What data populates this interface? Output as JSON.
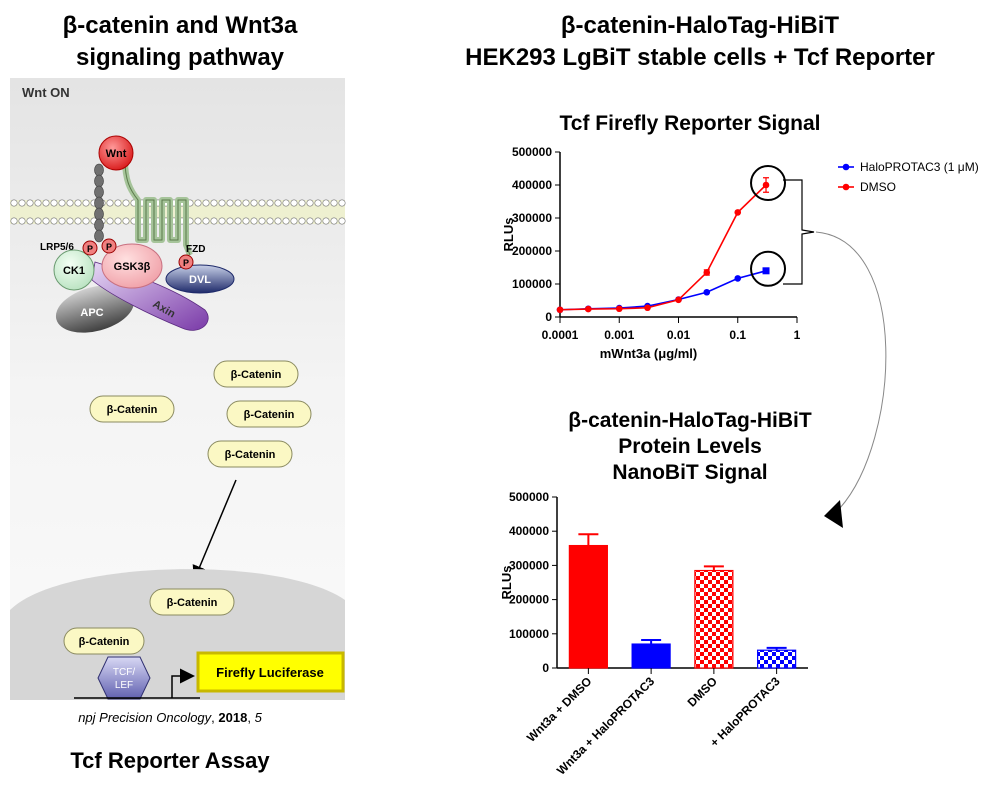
{
  "left_panel": {
    "title_line1": "β-catenin and Wnt3a",
    "title_line2": "signaling pathway",
    "state_label": "Wnt ON",
    "labels": {
      "wnt": "Wnt",
      "lrp": "LRP5/6",
      "fzd": "FZD",
      "ck1": "CK1",
      "gsk": "GSK3β",
      "dvl": "DVL",
      "apc": "APC",
      "axin": "Axin",
      "p": "P",
      "beta_catenin": "β-Catenin",
      "tcf": "TCF/",
      "lef": "LEF",
      "luciferase": "Firefly Luciferase"
    },
    "citation_journal": "npj Precision Oncology",
    "citation_year": "2018",
    "citation_volume": "5",
    "bottom_title": "Tcf Reporter Assay"
  },
  "right_panel": {
    "title_line1": "β-catenin-HaloTag-HiBiT",
    "title_line2": "HEK293 LgBiT stable cells + Tcf Reporter"
  },
  "chart_data": [
    {
      "type": "line",
      "title": "Tcf Firefly Reporter Signal",
      "xlabel": "mWnt3a (μg/ml)",
      "ylabel": "RLUs",
      "xscale": "log",
      "xlim": [
        0.0001,
        1
      ],
      "ylim": [
        0,
        500000
      ],
      "x_ticks": [
        "0.0001",
        "0.001",
        "0.01",
        "0.1",
        "1"
      ],
      "y_ticks": [
        "0",
        "100000",
        "200000",
        "300000",
        "400000",
        "500000"
      ],
      "legend_position": "top-right",
      "x": [
        0.0001,
        0.0003,
        0.001,
        0.003,
        0.01,
        0.03,
        0.1,
        0.3
      ],
      "series": [
        {
          "name": "HaloPROTAC3 (1 μM)",
          "color": "#0000ff",
          "values": [
            22000,
            25000,
            27000,
            33000,
            53000,
            75000,
            117000,
            140000
          ],
          "errors": [
            0,
            0,
            0,
            0,
            0,
            0,
            0,
            8000
          ]
        },
        {
          "name": "DMSO",
          "color": "#ff0000",
          "values": [
            22000,
            24000,
            25000,
            28000,
            52000,
            135000,
            317000,
            400000
          ],
          "errors": [
            0,
            0,
            0,
            0,
            0,
            8000,
            0,
            22000
          ]
        }
      ]
    },
    {
      "type": "bar",
      "title_lines": [
        "β-catenin-HaloTag-HiBiT",
        "Protein Levels",
        "NanoBiT Signal"
      ],
      "ylabel": "RLUs",
      "ylim": [
        0,
        500000
      ],
      "y_ticks": [
        "0",
        "100000",
        "200000",
        "300000",
        "400000",
        "500000"
      ],
      "categories": [
        "Wnt3a + DMSO",
        "Wnt3a + HaloPROTAC3",
        "DMSO",
        "+ HaloPROTAC3"
      ],
      "values": [
        358000,
        70000,
        285000,
        52000
      ],
      "errors": [
        33000,
        12000,
        12000,
        7000
      ],
      "colors": [
        "#ff0000",
        "#0000ff",
        "#ff0000",
        "#0000ff"
      ],
      "patterns": [
        "solid",
        "solid",
        "checkered",
        "checkered"
      ]
    }
  ]
}
